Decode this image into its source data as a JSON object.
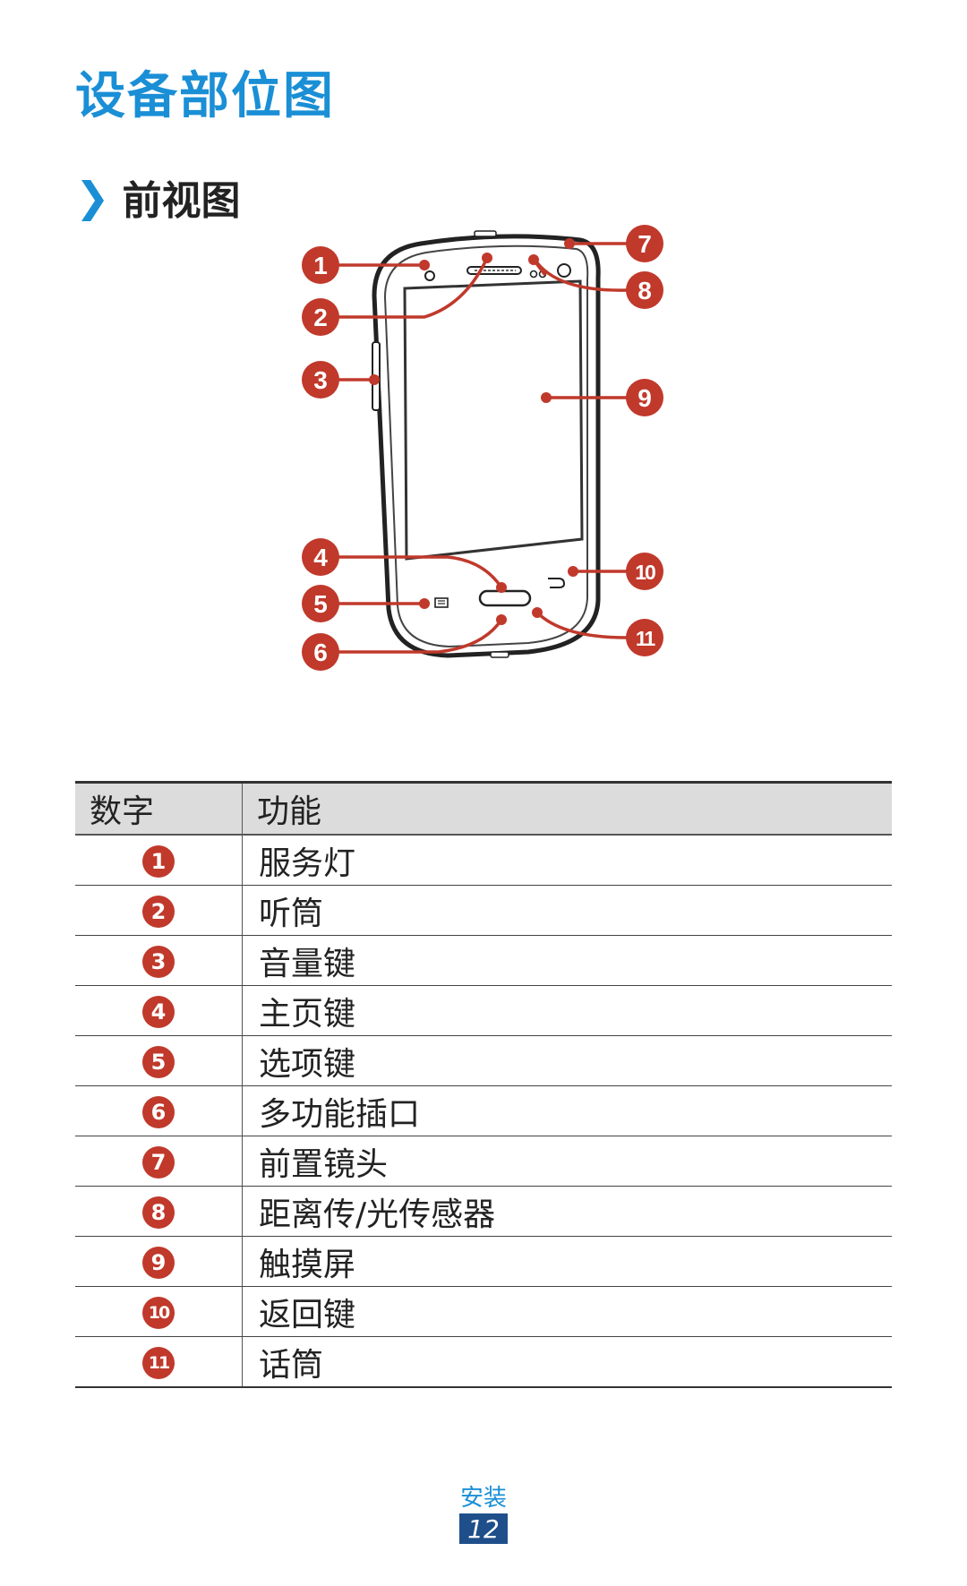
{
  "page": {
    "title": "设备部位图",
    "section_title": "前视图",
    "chevron": "❯"
  },
  "callouts": [
    "1",
    "2",
    "3",
    "4",
    "5",
    "6",
    "7",
    "8",
    "9",
    "10",
    "11"
  ],
  "colors": {
    "accent": "#1a8fd6",
    "callout": "#c0392b",
    "page_num_bg": "#1f4f8a"
  },
  "table": {
    "headers": [
      "数字",
      "功能"
    ],
    "rows": [
      {
        "num": "1",
        "label": "服务灯"
      },
      {
        "num": "2",
        "label": "听筒"
      },
      {
        "num": "3",
        "label": "音量键"
      },
      {
        "num": "4",
        "label": "主页键"
      },
      {
        "num": "5",
        "label": "选项键"
      },
      {
        "num": "6",
        "label": "多功能插口"
      },
      {
        "num": "7",
        "label": "前置镜头"
      },
      {
        "num": "8",
        "label": "距离传/光传感器"
      },
      {
        "num": "9",
        "label": "触摸屏"
      },
      {
        "num": "10",
        "label": "返回键"
      },
      {
        "num": "11",
        "label": "话筒"
      }
    ]
  },
  "footer": {
    "section": "安装",
    "page": "12"
  }
}
